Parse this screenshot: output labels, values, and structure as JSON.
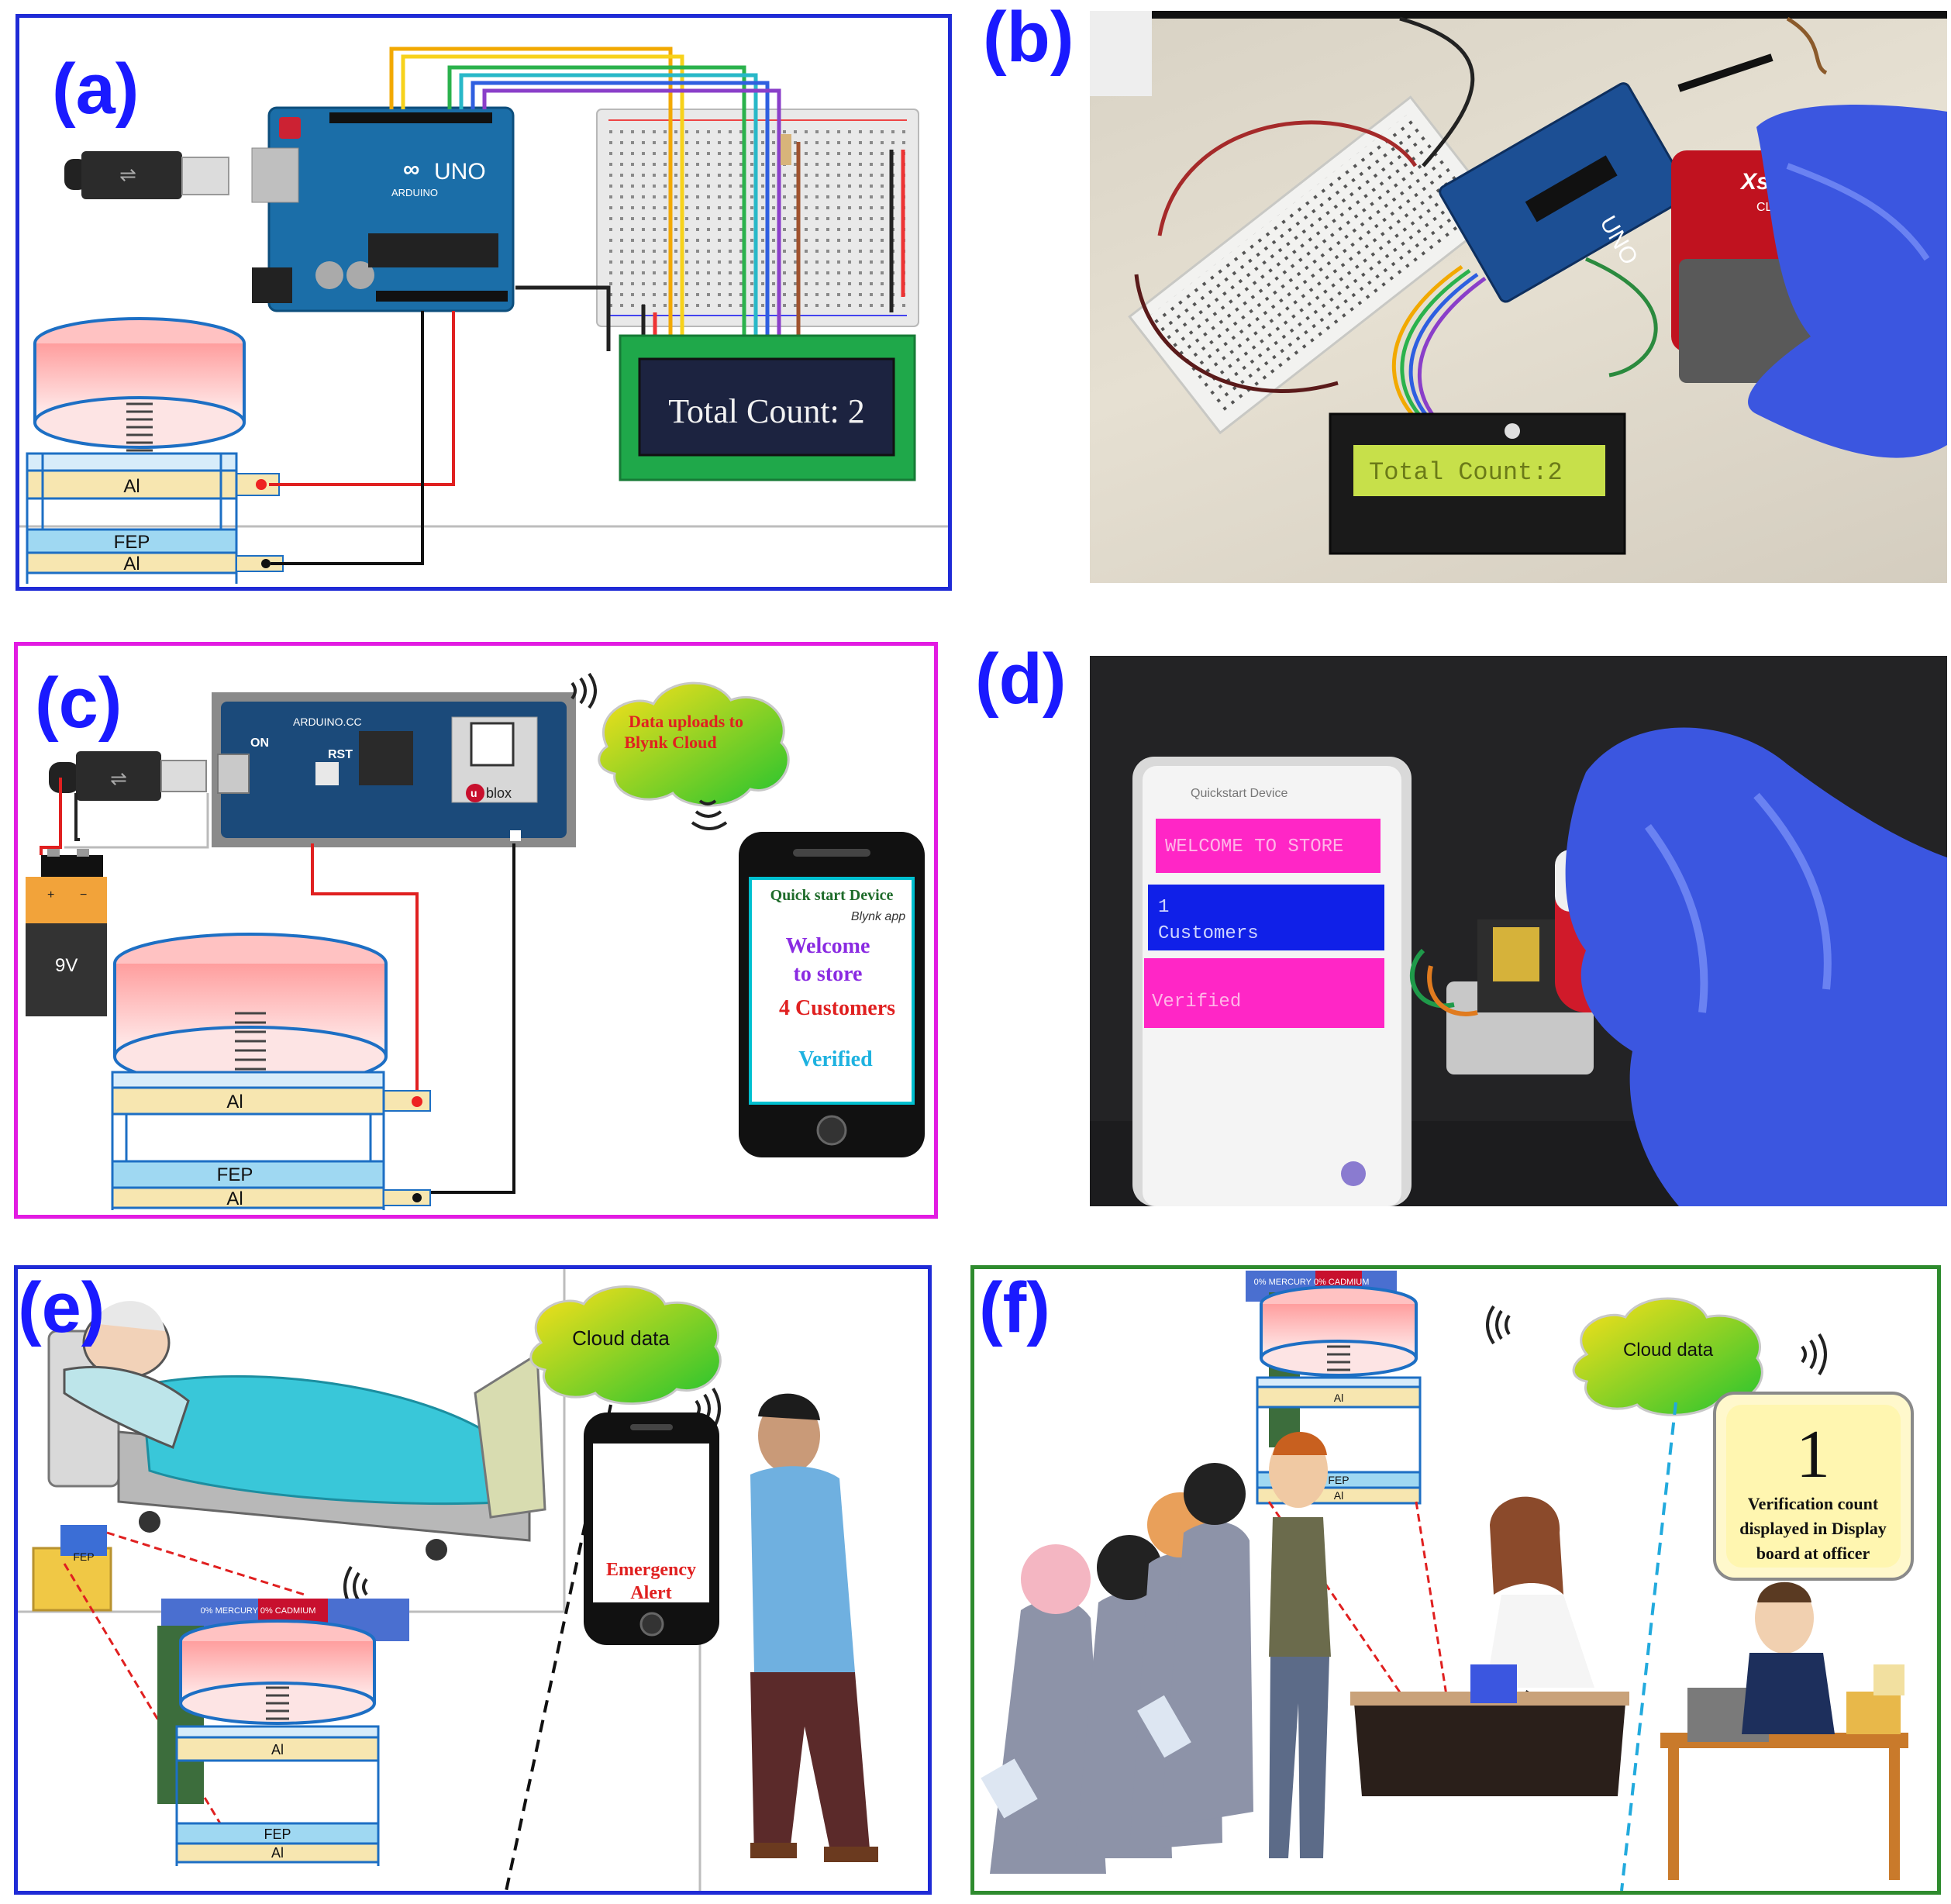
{
  "panels": {
    "a": {
      "label": "(a)",
      "lcd_text": "Total Count: 2",
      "board_name": "UNO",
      "board_brand": "ARDUINO",
      "layer_top": "Al",
      "layer_fep": "FEP",
      "layer_bottom": "Al"
    },
    "b": {
      "label": "(b)",
      "lcd_text": "Total Count:2",
      "board_name": "UNO",
      "stamp_brand": "Xstam",
      "stamp_model": "CLASSI"
    },
    "c": {
      "label": "(c)",
      "board_site": "ARDUINO.CC",
      "board_on": "ON",
      "board_rst": "RST",
      "module_brand": "blox",
      "cloud_text_1": "Data uploads to",
      "cloud_text_2": "Blynk Cloud",
      "battery_label": "9V",
      "phone_header": "Quick start Device",
      "phone_app": "Blynk app",
      "phone_welcome_1": "Welcome",
      "phone_welcome_2": "to store",
      "phone_customers": "4 Customers",
      "phone_verified": "Verified",
      "layer_top": "Al",
      "layer_fep": "FEP",
      "layer_bottom": "Al"
    },
    "d": {
      "label": "(d)",
      "app_title": "Quickstart Device",
      "row_welcome": "WELCOME TO STORE",
      "row_count": "1",
      "row_customers": "Customers",
      "row_verified": "Verified"
    },
    "e": {
      "label": "(e)",
      "cloud_text": "Cloud data",
      "phone_text_1": "Emergency",
      "phone_text_2": "Alert",
      "battery_text": "0% MERCURY  0% CADMIUM",
      "small_fep": "FEP",
      "layer_top": "Al",
      "layer_fep": "FEP",
      "layer_bottom": "Al"
    },
    "f": {
      "label": "(f)",
      "cloud_text": "Cloud data",
      "display_count": "1",
      "display_text_1": "Verification count",
      "display_text_2": "displayed in Display",
      "display_text_3": "board at officer",
      "battery_text": "0% MERCURY  0% CADMIUM",
      "layer_top": "Al",
      "layer_fep": "FEP",
      "layer_bottom": "Al"
    }
  },
  "colors": {
    "label_blue": "#1a1aff",
    "border_a": "#1f2bd6",
    "border_c": "#e21be2",
    "border_e": "#1f2bd6",
    "border_f": "#2e8b2e",
    "lcd_green": "#1fa84a",
    "lcd_screen": "#1c2340",
    "wire_red": "#e02020",
    "wire_black": "#111111",
    "al_fill": "#f7e6b0",
    "fep_fill": "#9fd8f2",
    "glove": "#3b56e0"
  }
}
